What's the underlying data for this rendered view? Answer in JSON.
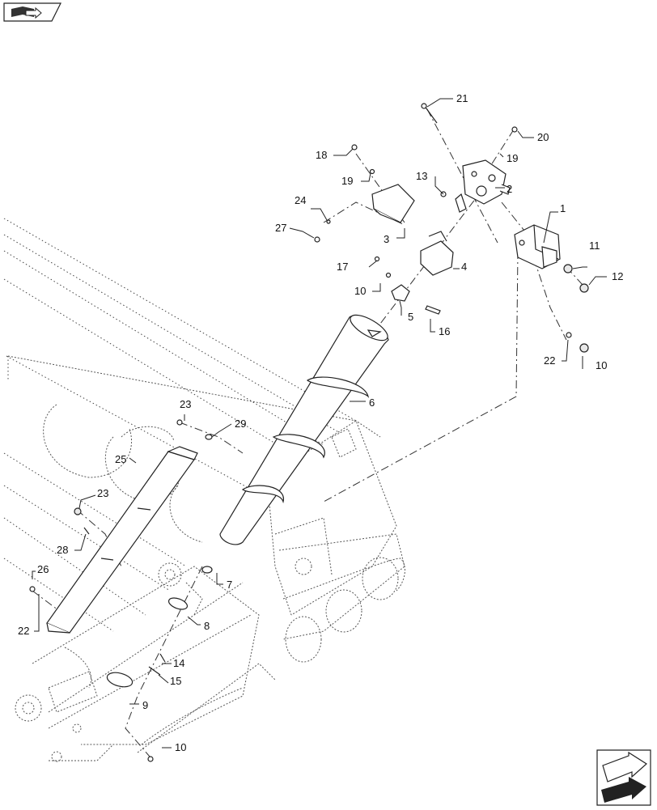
{
  "callouts": [
    "1",
    "2",
    "3",
    "4",
    "5",
    "6",
    "7",
    "8",
    "9",
    "10",
    "10",
    "10",
    "11",
    "12",
    "13",
    "14",
    "15",
    "16",
    "17",
    "18",
    "19",
    "19",
    "20",
    "21",
    "22",
    "22",
    "23",
    "23",
    "24",
    "25",
    "26",
    "27",
    "28",
    "29"
  ],
  "colors": {
    "line": "#222222",
    "icon_fill": "#222222",
    "background": "#ffffff"
  },
  "icons": {
    "top_left": "book-arrow-icon",
    "bottom_right": "return-arrow-icon"
  }
}
